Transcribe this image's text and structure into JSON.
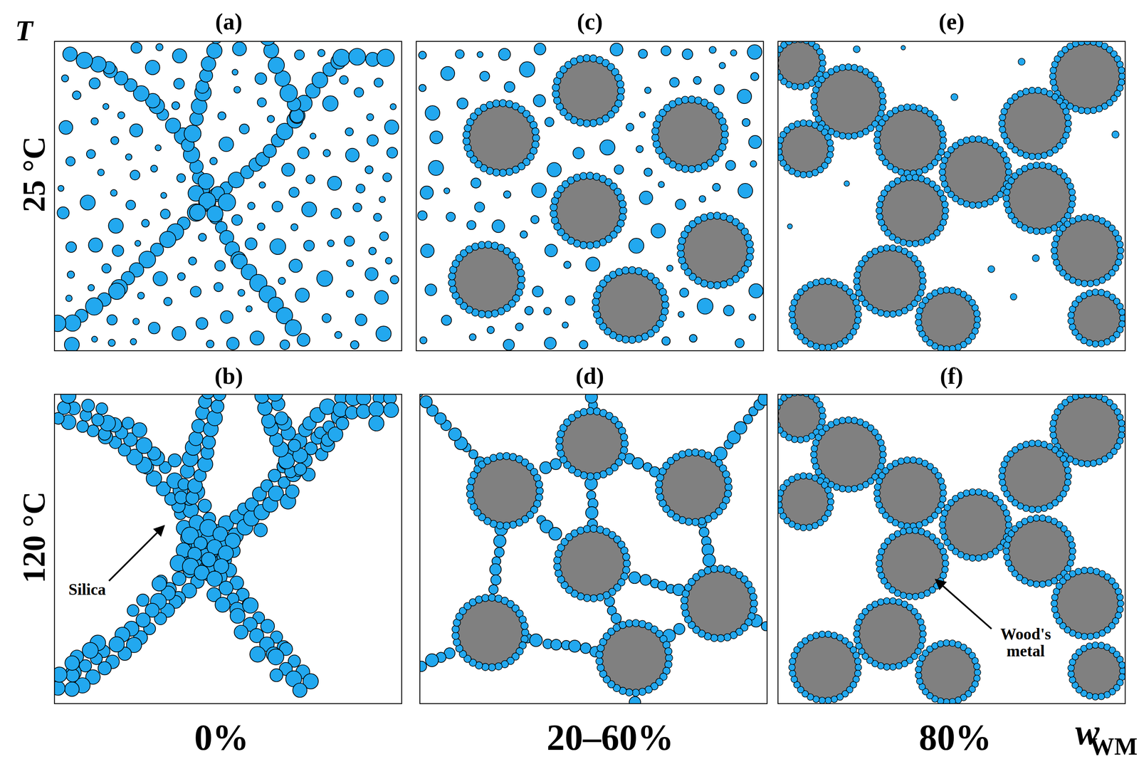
{
  "diagram": {
    "labels": [
      "T",
      "(a)",
      "(c)",
      "(e)",
      "25 °C",
      "(b)",
      "(d)",
      "(f)",
      "120 °C",
      "Silica",
      "Wood's metal",
      "0%",
      "20–60%",
      "80%",
      "w",
      "WM"
    ]
  }
}
